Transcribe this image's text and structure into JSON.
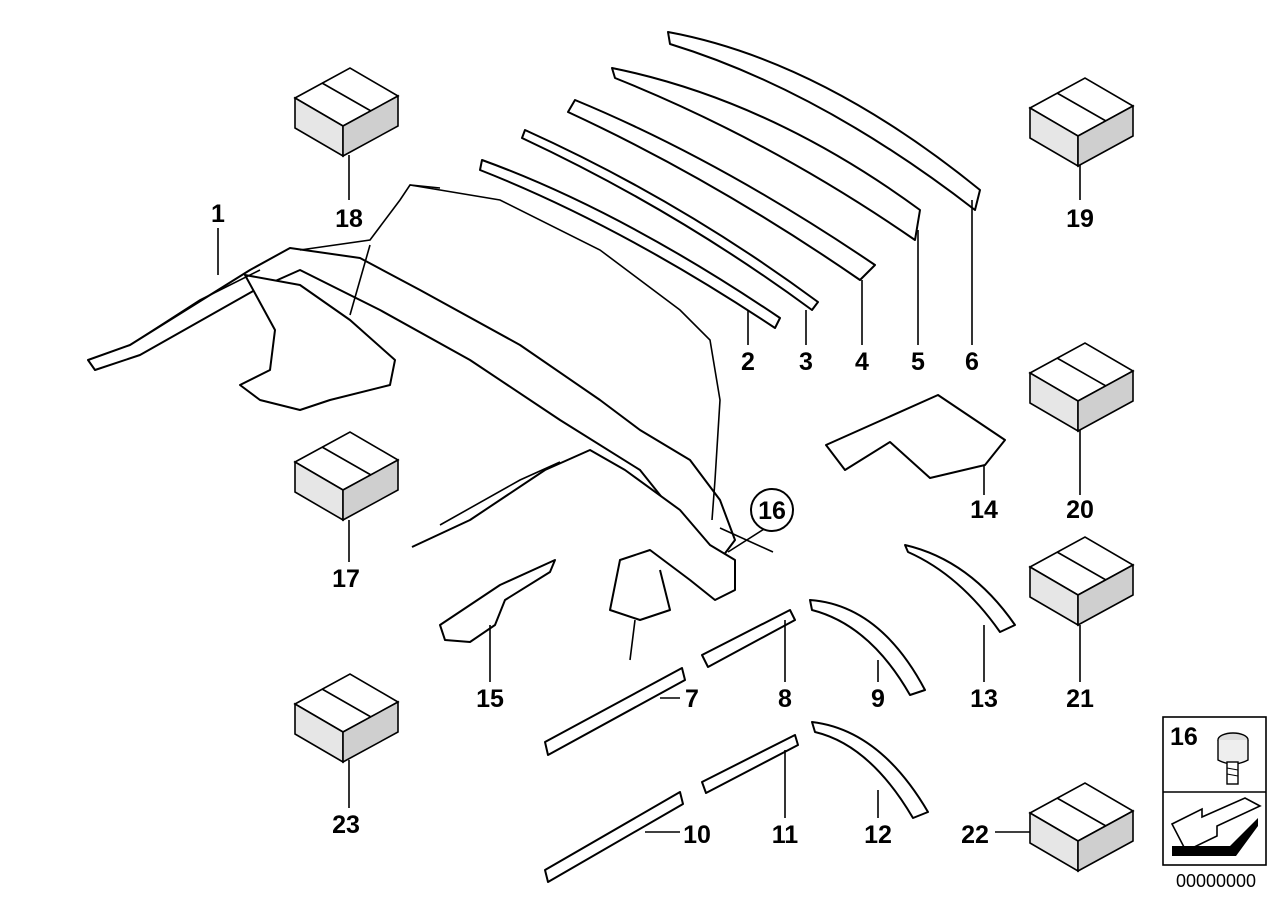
{
  "diagram": {
    "callouts": [
      "1",
      "2",
      "3",
      "4",
      "5",
      "6",
      "7",
      "8",
      "9",
      "10",
      "11",
      "12",
      "13",
      "14",
      "15",
      "16",
      "17",
      "18",
      "19",
      "20",
      "21",
      "22",
      "23"
    ],
    "legend": {
      "number": "16",
      "icon": "bolt-icon",
      "arrow_icon": "arrow-icon"
    },
    "image_code": "00000000"
  },
  "colors": {
    "line": "#000000",
    "box_front": "#e6e6e6",
    "box_side": "#cfcfcf"
  }
}
